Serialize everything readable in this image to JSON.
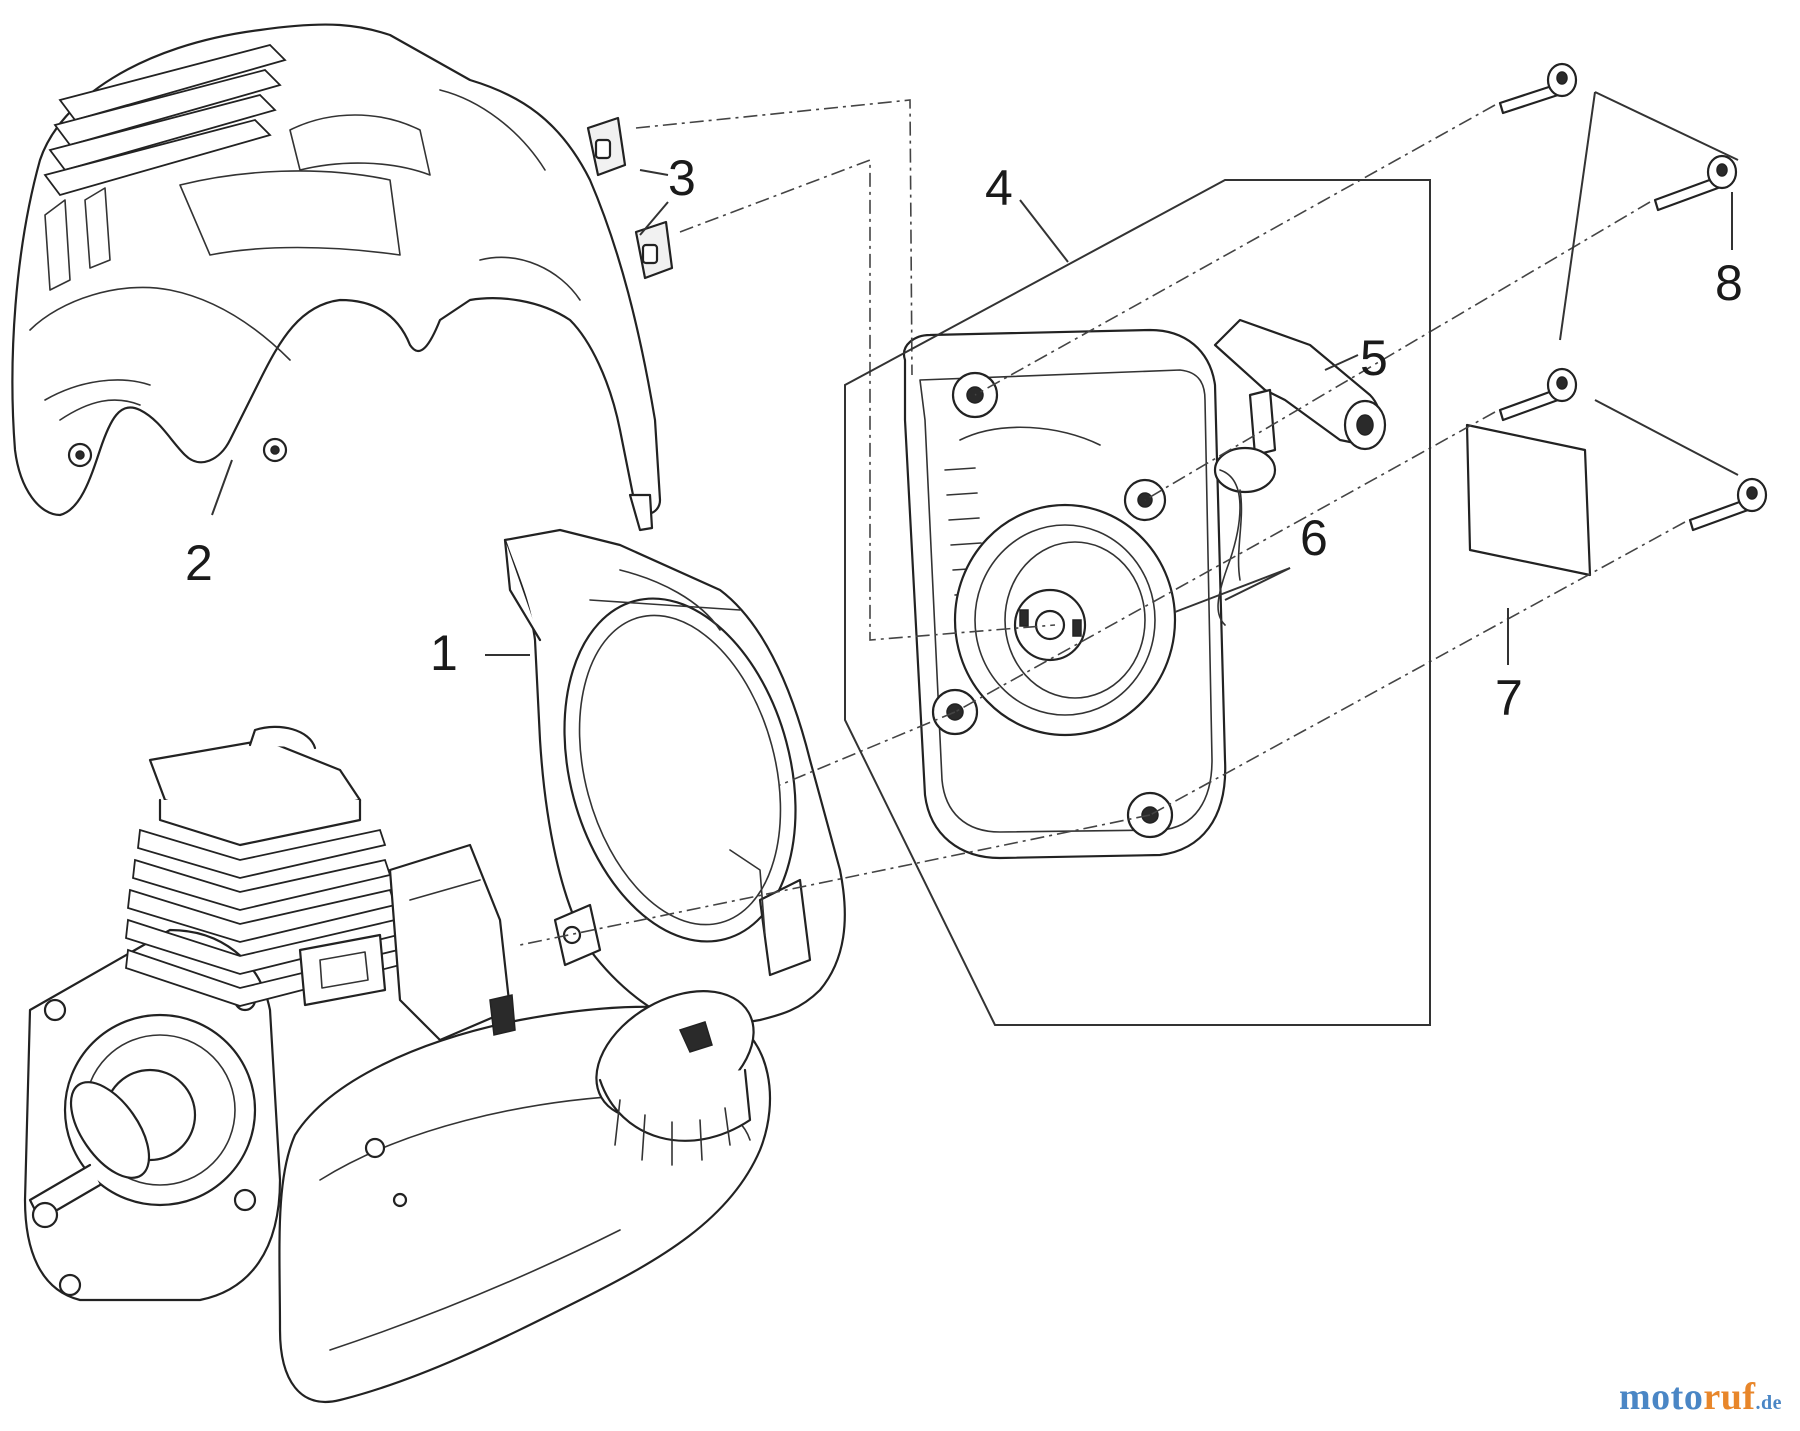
{
  "callouts": {
    "c1": "1",
    "c2": "2",
    "c3": "3",
    "c4": "4",
    "c5": "5",
    "c6": "6",
    "c7": "7",
    "c8": "8"
  },
  "watermark": {
    "part1": "moto",
    "part2": "ruf",
    "part3": ".de"
  },
  "colors": {
    "line": "#222222",
    "watermark_blue": "#4a86c5",
    "watermark_orange": "#e8862a"
  }
}
